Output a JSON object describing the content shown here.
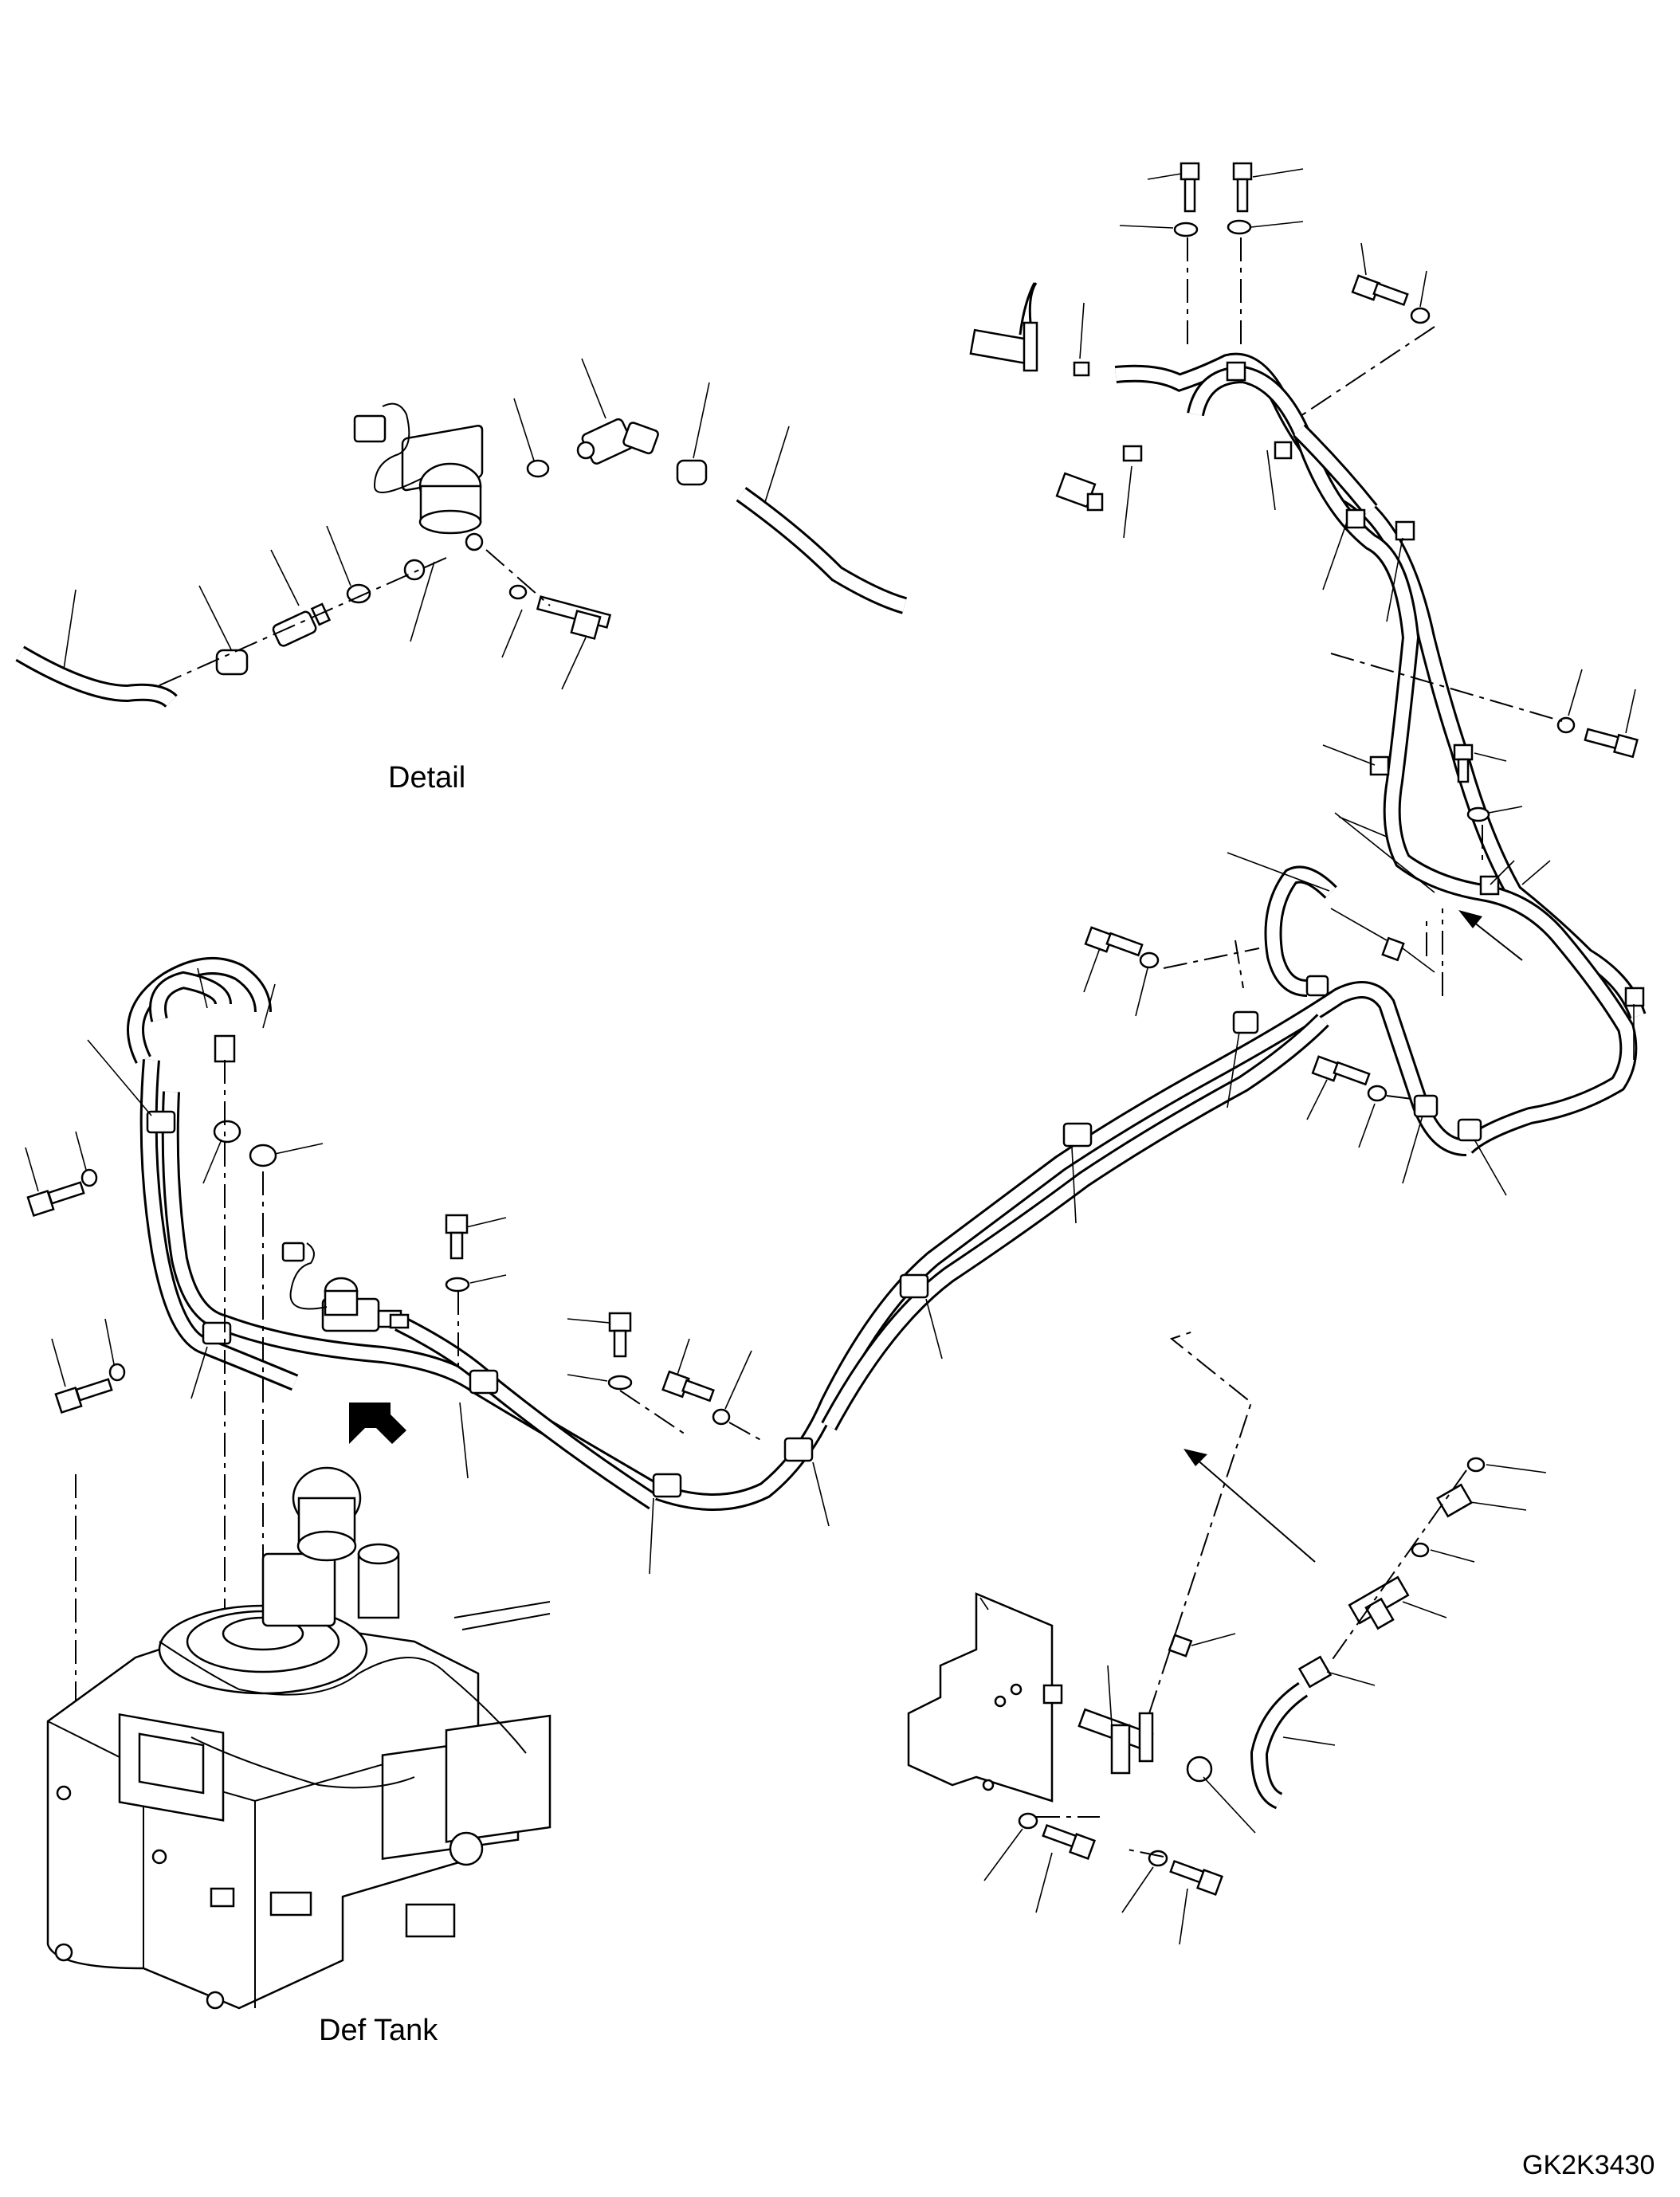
{
  "labels": {
    "detail": "Detail",
    "def_tank": "Def Tank",
    "drawing_code": "GK2K3430"
  },
  "icons": {
    "view_arrow": "view-direction-arrow-icon",
    "flow_arrow": "flow-direction-arrow-icon"
  },
  "colors": {
    "ink": "#000000",
    "paper": "#ffffff"
  }
}
